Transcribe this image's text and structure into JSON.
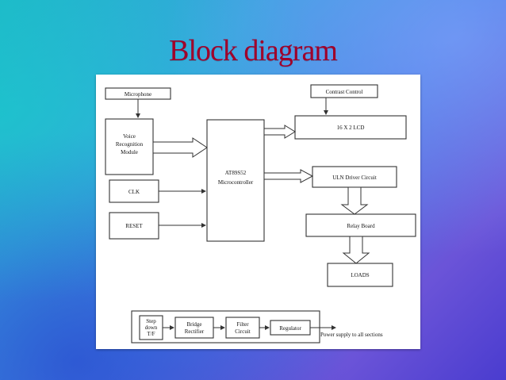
{
  "title": "Block diagram",
  "diagram": {
    "microphone": "Microphone",
    "voice_module": [
      "Voice",
      "Recognition",
      "Module"
    ],
    "clk": "CLK",
    "reset": "RESET",
    "mcu": [
      "AT89S52",
      "Microcontroller"
    ],
    "contrast": "Contrast Control",
    "lcd": "16 X 2 LCD",
    "uln": "ULN Driver Circuit",
    "relay": "Relay Board",
    "loads": "LOADS",
    "stepdown": [
      "Step",
      "down",
      "T/F"
    ],
    "bridge": [
      "Bridge",
      "Rectifier"
    ],
    "filter": [
      "Filter",
      "Circuit"
    ],
    "regulator": "Regulator",
    "power_note": "Power supply to all sections"
  },
  "colors": {
    "title": "#a0002a",
    "panel": "#ffffff"
  }
}
